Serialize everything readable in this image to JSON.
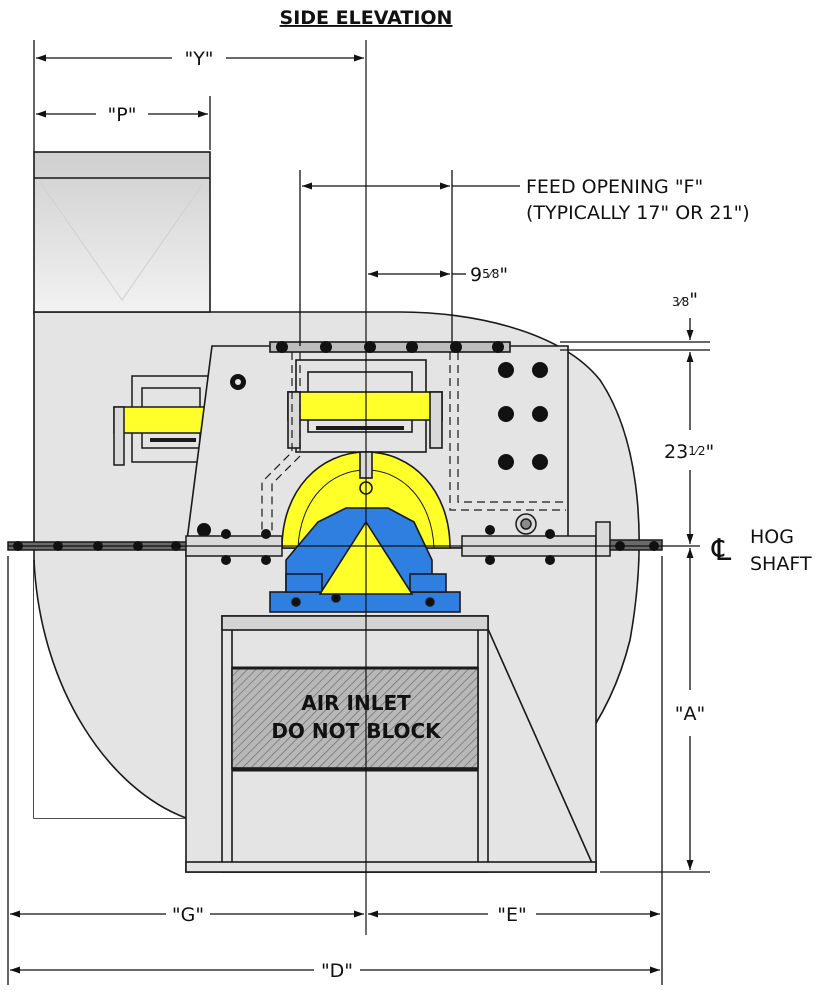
{
  "title": "SIDE ELEVATION",
  "dimensions": {
    "y": "\"Y\"",
    "p": "\"P\"",
    "a": "\"A\"",
    "g": "\"G\"",
    "e": "\"E\"",
    "d": "\"D\"",
    "offset_whole": "9",
    "offset_frac": "5⁄8",
    "offset_unit": "\"",
    "height_whole": "23",
    "height_frac": "1⁄2",
    "height_unit": "\"",
    "plate_frac": "3⁄8",
    "plate_unit": "\""
  },
  "feed_opening": {
    "line1": "FEED OPENING \"F\"",
    "line2": "(TYPICALLY 17\" OR 21\")"
  },
  "shaft_label": {
    "symbol": "℄",
    "line1": "HOG",
    "line2": "SHAFT"
  },
  "air_inlet": {
    "line1": "AIR INLET",
    "line2": "DO NOT BLOCK"
  },
  "colors": {
    "housing": "#e4e4e4",
    "outline": "#1a1a1a",
    "yellow": "#ffff2a",
    "blue": "#2f7fe0",
    "grille": "#9a9a9a"
  }
}
